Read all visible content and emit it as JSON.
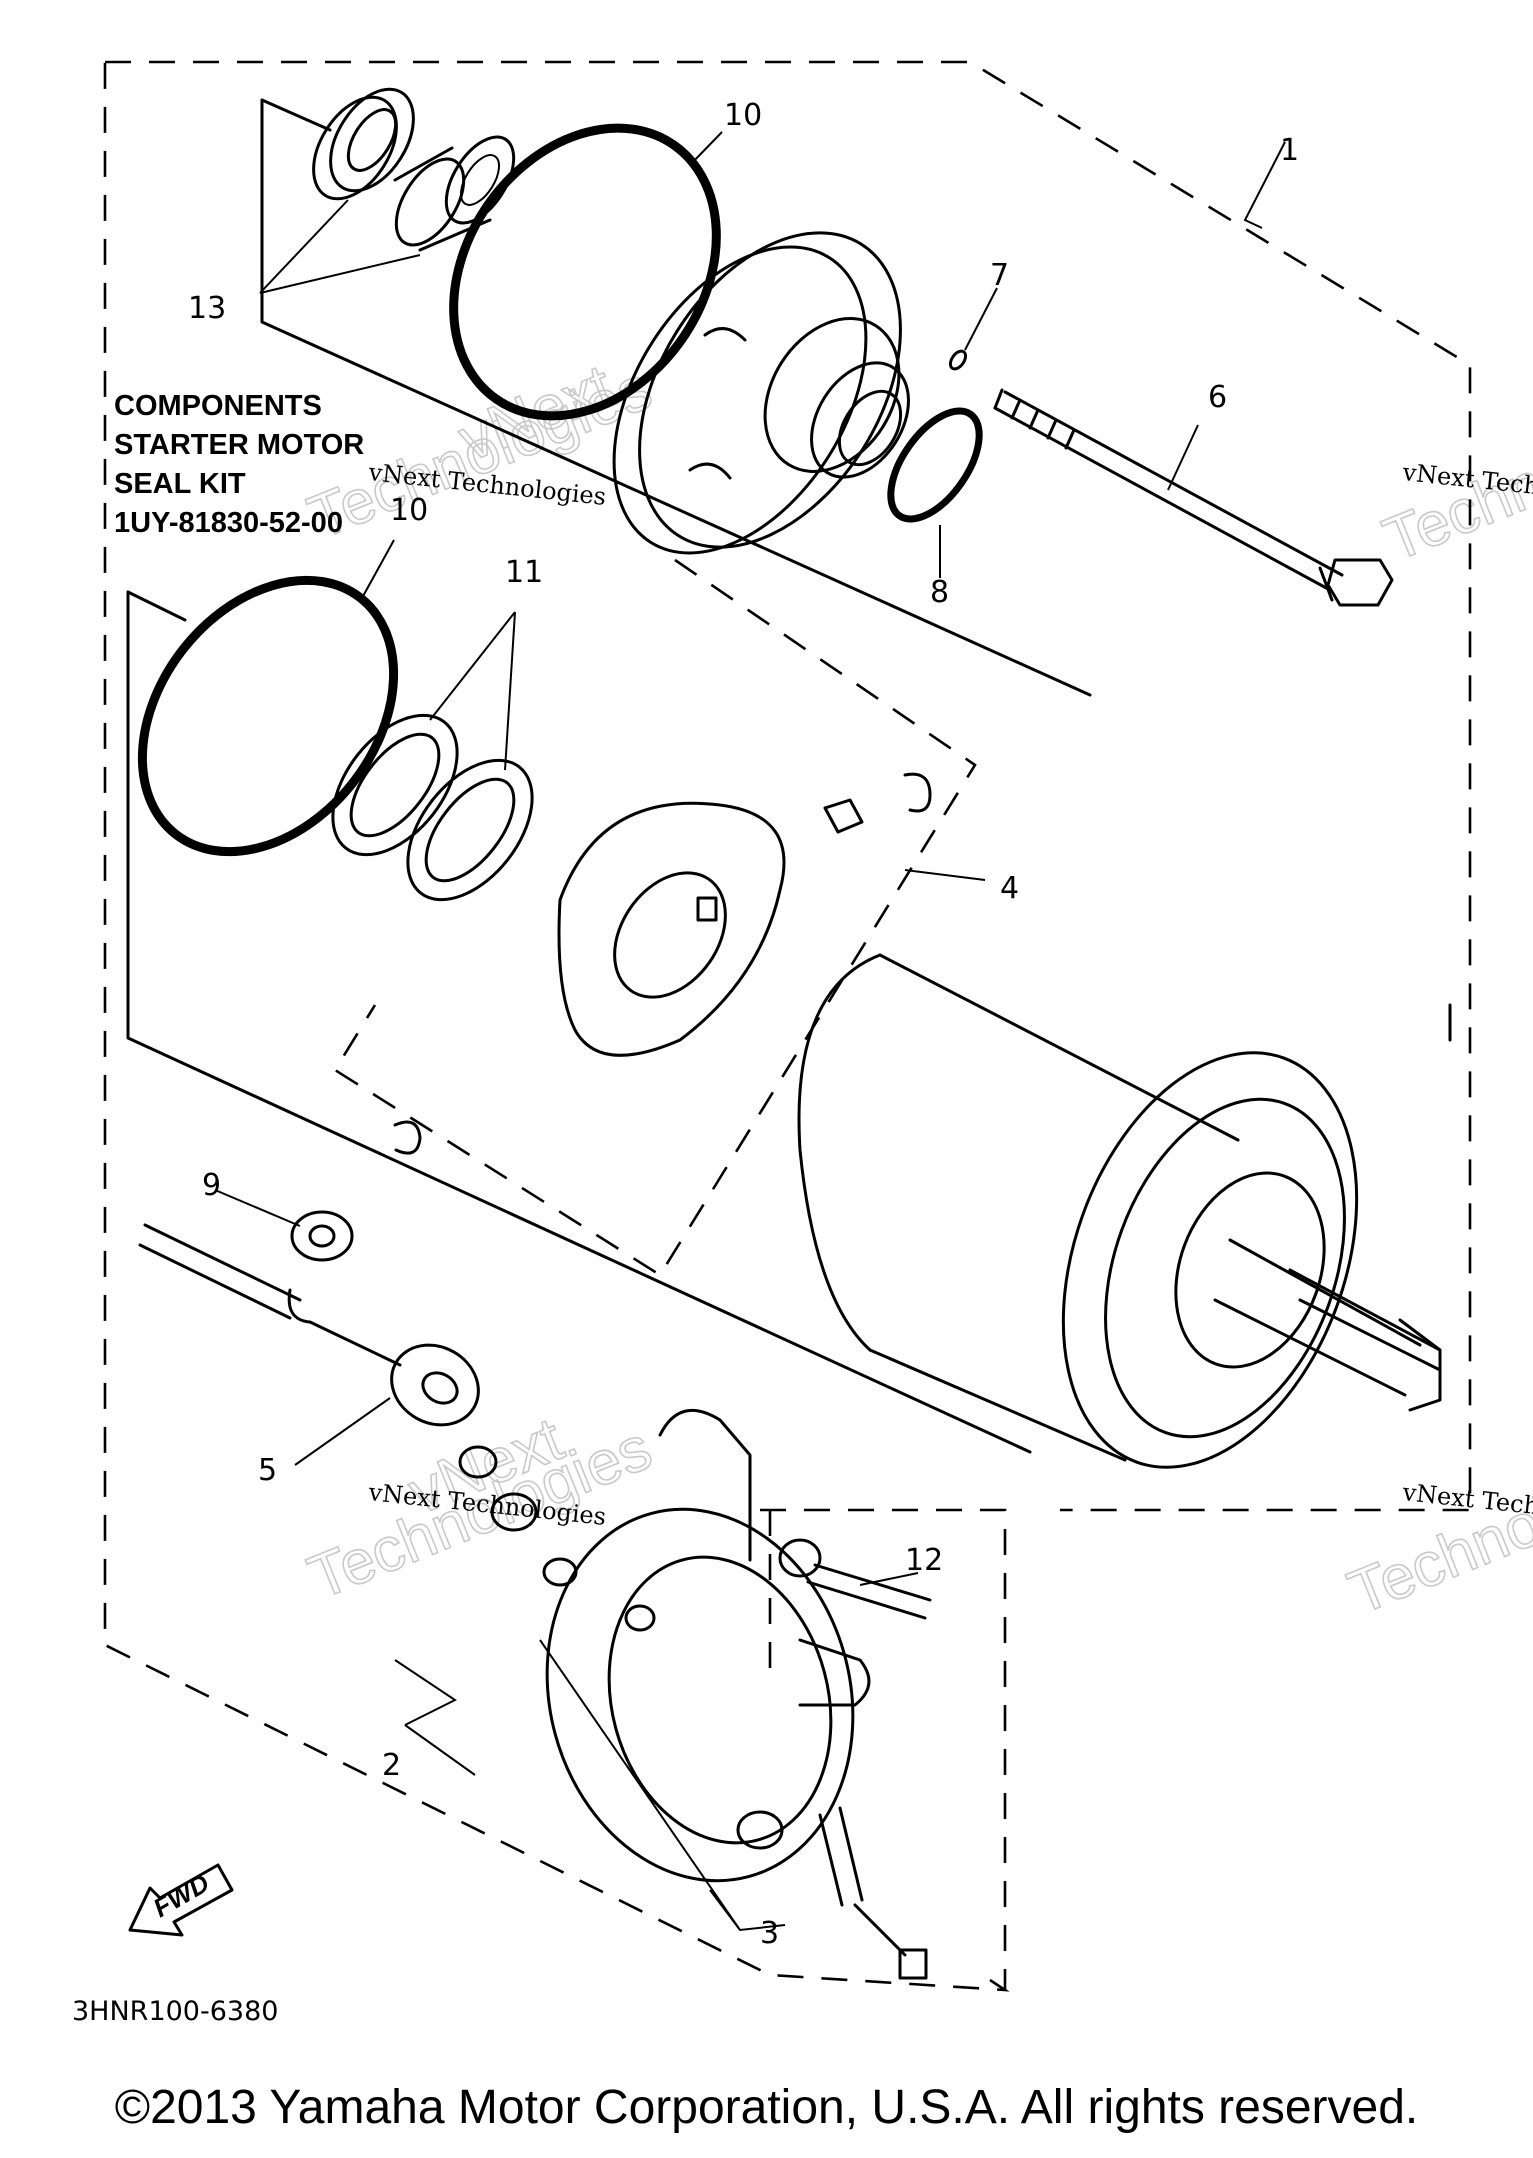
{
  "callouts": {
    "p1": "1",
    "p2": "2",
    "p3": "3",
    "p4": "4",
    "p5": "5",
    "p6": "6",
    "p7": "7",
    "p8": "8",
    "p9": "9",
    "p10a": "10",
    "p10b": "10",
    "p11": "11",
    "p12": "12",
    "p13": "13"
  },
  "kit_label": {
    "line1": "COMPONENTS",
    "line2": "STARTER MOTOR",
    "line3": "SEAL KIT",
    "line4": "1UY-81830-52-00"
  },
  "diagram_code": "3HNR100-6380",
  "fwd_label": "FWD",
  "watermark": {
    "text": "vNext Technologies",
    "word1": "vNext",
    "word2": "Technologies"
  },
  "copyright": "©2013 Yamaha Motor Corporation, U.S.A. All rights reserved."
}
